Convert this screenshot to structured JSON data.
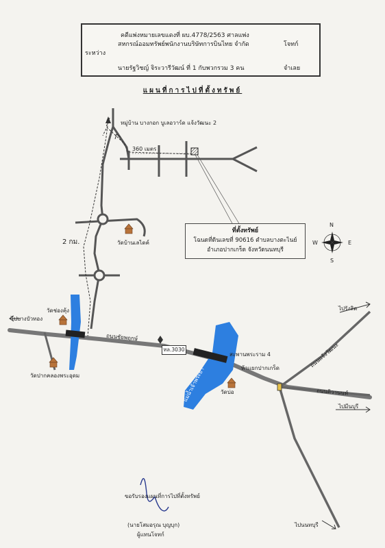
{
  "case": {
    "line1": "คดีแพ่งหมายเลขแดงที่ ผบ.4778/2563   ศาลแพ่ง",
    "between": "ระหว่าง",
    "plaintiff": "สหกรณ์ออมทรัพย์พนักงานบริษัทการบินไทย จำกัด",
    "plaintiff_role": "โจทก์",
    "defendant": "นายรัฐวิชญ์  จิระวารีวัฒน์  ที่  1   กับพวกรวม 3 คน",
    "defendant_role": "จำเลย"
  },
  "title": "แผนที่การไปที่ตั้งทรัพย์",
  "labels": {
    "village": "หมู่บ้าน บางกอก บูเลอวาร์ด แจ้งวัฒนะ 2",
    "dist_360": "360 เมตร",
    "dist_2km": "2 กม.",
    "temple_bankhlai": "วัดบ้านเลไดค์",
    "temple_song_khung": "วัดช่องคุ้ง",
    "to_bang_bua_thong": "ไปบางบัวทอง",
    "temple_pak_khlong": "วัดปากคลองพระอุดม",
    "temple_bo": "วัดบ่อ",
    "road_chaiyaphruek": "ถนนชัยพฤกษ์",
    "road_route": "ทล.3030",
    "bridge": "สะพานพระราม 4",
    "intersection": "ห้าแยกปากเกร็ด",
    "road_chaengwattana": "ถนนแจ้งวัฒนะ",
    "road_tiwanon": "ถนนติวานนท์",
    "river": "แม่น้ำเจ้าพระยา",
    "to_rangsit": "ไปรังสิต",
    "to_min_buri": "ไปมีนบุรี",
    "to_nonthaburi": "ไปนนทบุรี"
  },
  "property": {
    "heading": "ที่ตั้งทรัพย์",
    "line1": "โฉนดที่ดินเลขที่ 90616 ตำบลบางตะไนย์",
    "line2": "อำเภอปากเกร็ด  จังหวัดนนทบุรี"
  },
  "compass": {
    "n": "N",
    "s": "S",
    "e": "E",
    "w": "W"
  },
  "signature": {
    "certify": "ขอรับรองแผนที่การไปที่ตั้งทรัพย์",
    "name": "(นายโสมอรุณ   บุญบุก)",
    "role": "ผู้แทนโจทก์"
  },
  "colors": {
    "river": "#2d7fe0",
    "road": "#7c7c7c",
    "road_dark": "#555555",
    "temple": "#b8733a"
  }
}
